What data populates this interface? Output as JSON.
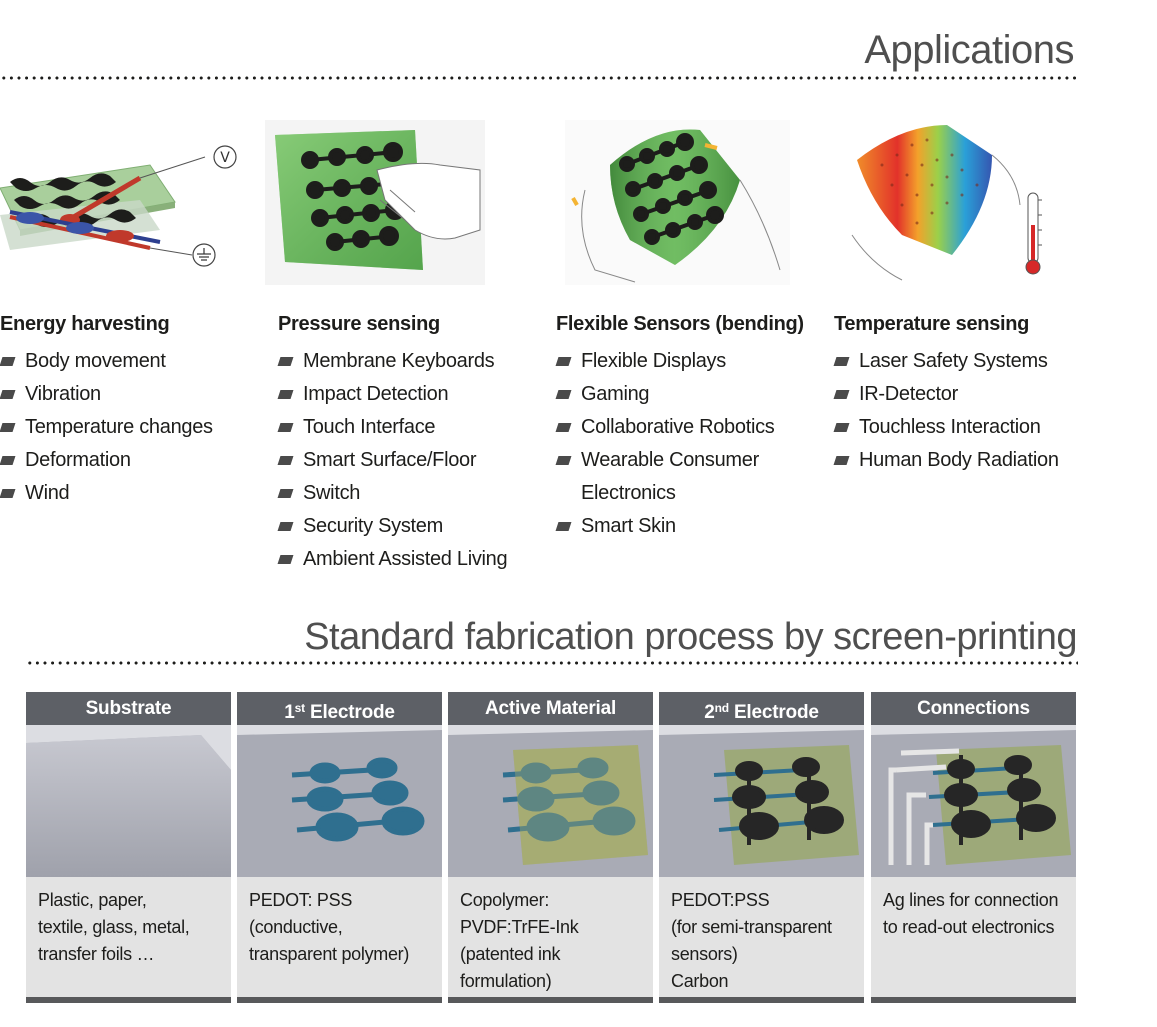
{
  "applications": {
    "title": "Applications",
    "columns": [
      {
        "heading": "Energy harvesting",
        "items": [
          "Body movement",
          "Vibration",
          "Temperature changes",
          "Deformation",
          "Wind"
        ]
      },
      {
        "heading": "Pressure sensing",
        "items": [
          "Membrane Keyboards",
          "Impact Detection",
          "Touch Interface",
          "Smart Surface/Floor",
          "Switch",
          "Security System",
          "Ambient Assisted Living"
        ]
      },
      {
        "heading": "Flexible Sensors (bending)",
        "items": [
          "Flexible Displays",
          "Gaming",
          "Collaborative Robotics",
          "Wearable Consumer",
          "Electronics",
          "Smart Skin"
        ]
      },
      {
        "heading": "Temperature sensing",
        "items": [
          "Laser Safety Systems",
          "IR-Detector",
          "Touchless Interaction",
          "Human Body Radiation"
        ]
      }
    ],
    "illustration_symbols": {
      "voltmeter": "V",
      "ground": "⏚"
    }
  },
  "fabrication": {
    "title": "Standard fabrication process by screen-printing",
    "steps": [
      {
        "heading": "Substrate",
        "heading_prefix": "",
        "heading_sup": "",
        "desc": [
          "Plastic, paper,",
          "textile, glass, metal,",
          "transfer foils …"
        ]
      },
      {
        "heading": " Electrode",
        "heading_prefix": "1",
        "heading_sup": "st",
        "desc": [
          "PEDOT: PSS",
          "(conductive,",
          "transparent polymer)"
        ]
      },
      {
        "heading": "Active Material",
        "heading_prefix": "",
        "heading_sup": "",
        "desc": [
          "Copolymer:",
          "PVDF:TrFE-Ink",
          "(patented ink",
          "formulation)"
        ]
      },
      {
        "heading": " Electrode",
        "heading_prefix": "2",
        "heading_sup": "nd",
        "desc": [
          "PEDOT:PSS",
          "(for semi-transparent",
          "sensors)",
          "Carbon"
        ]
      },
      {
        "heading": "Connections",
        "heading_prefix": "",
        "heading_sup": "",
        "desc": [
          "Ag lines for connection",
          "to read-out electronics"
        ]
      }
    ]
  },
  "colors": {
    "header_bar": "#5d6066",
    "panel_bg": "#e3e3e3",
    "sensor_green": "#63b35e",
    "electrode_blue": "#2f6f8f",
    "electrode_black": "#262626",
    "ag_silver": "#d9d9d9"
  }
}
